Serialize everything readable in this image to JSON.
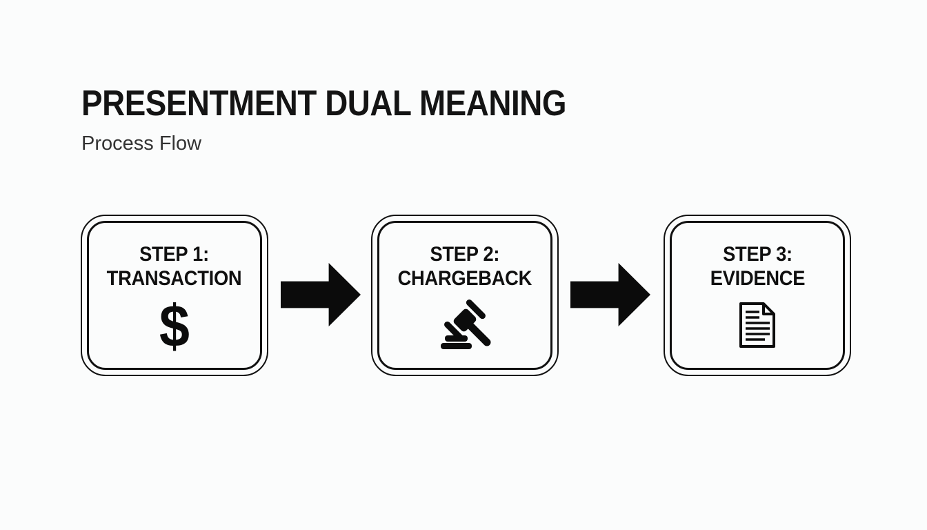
{
  "page": {
    "title": "PRESENTMENT DUAL MEANING",
    "subtitle": "Process Flow"
  },
  "flow": {
    "steps": [
      {
        "line1": "STEP 1:",
        "line2": "TRANSACTION",
        "icon": "dollar-icon",
        "glyph": "$"
      },
      {
        "line1": "STEP 2:",
        "line2": "CHARGEBACK",
        "icon": "gavel-icon"
      },
      {
        "line1": "STEP 3:",
        "line2": "EVIDENCE",
        "icon": "document-icon"
      }
    ],
    "connectors": [
      {
        "name": "flow-arrow-1",
        "direction": "right"
      },
      {
        "name": "flow-arrow-2",
        "direction": "right"
      }
    ]
  },
  "colors": {
    "ink": "#111111",
    "background": "#fbfcfc",
    "title": "#141414",
    "subtitle": "#333333"
  }
}
